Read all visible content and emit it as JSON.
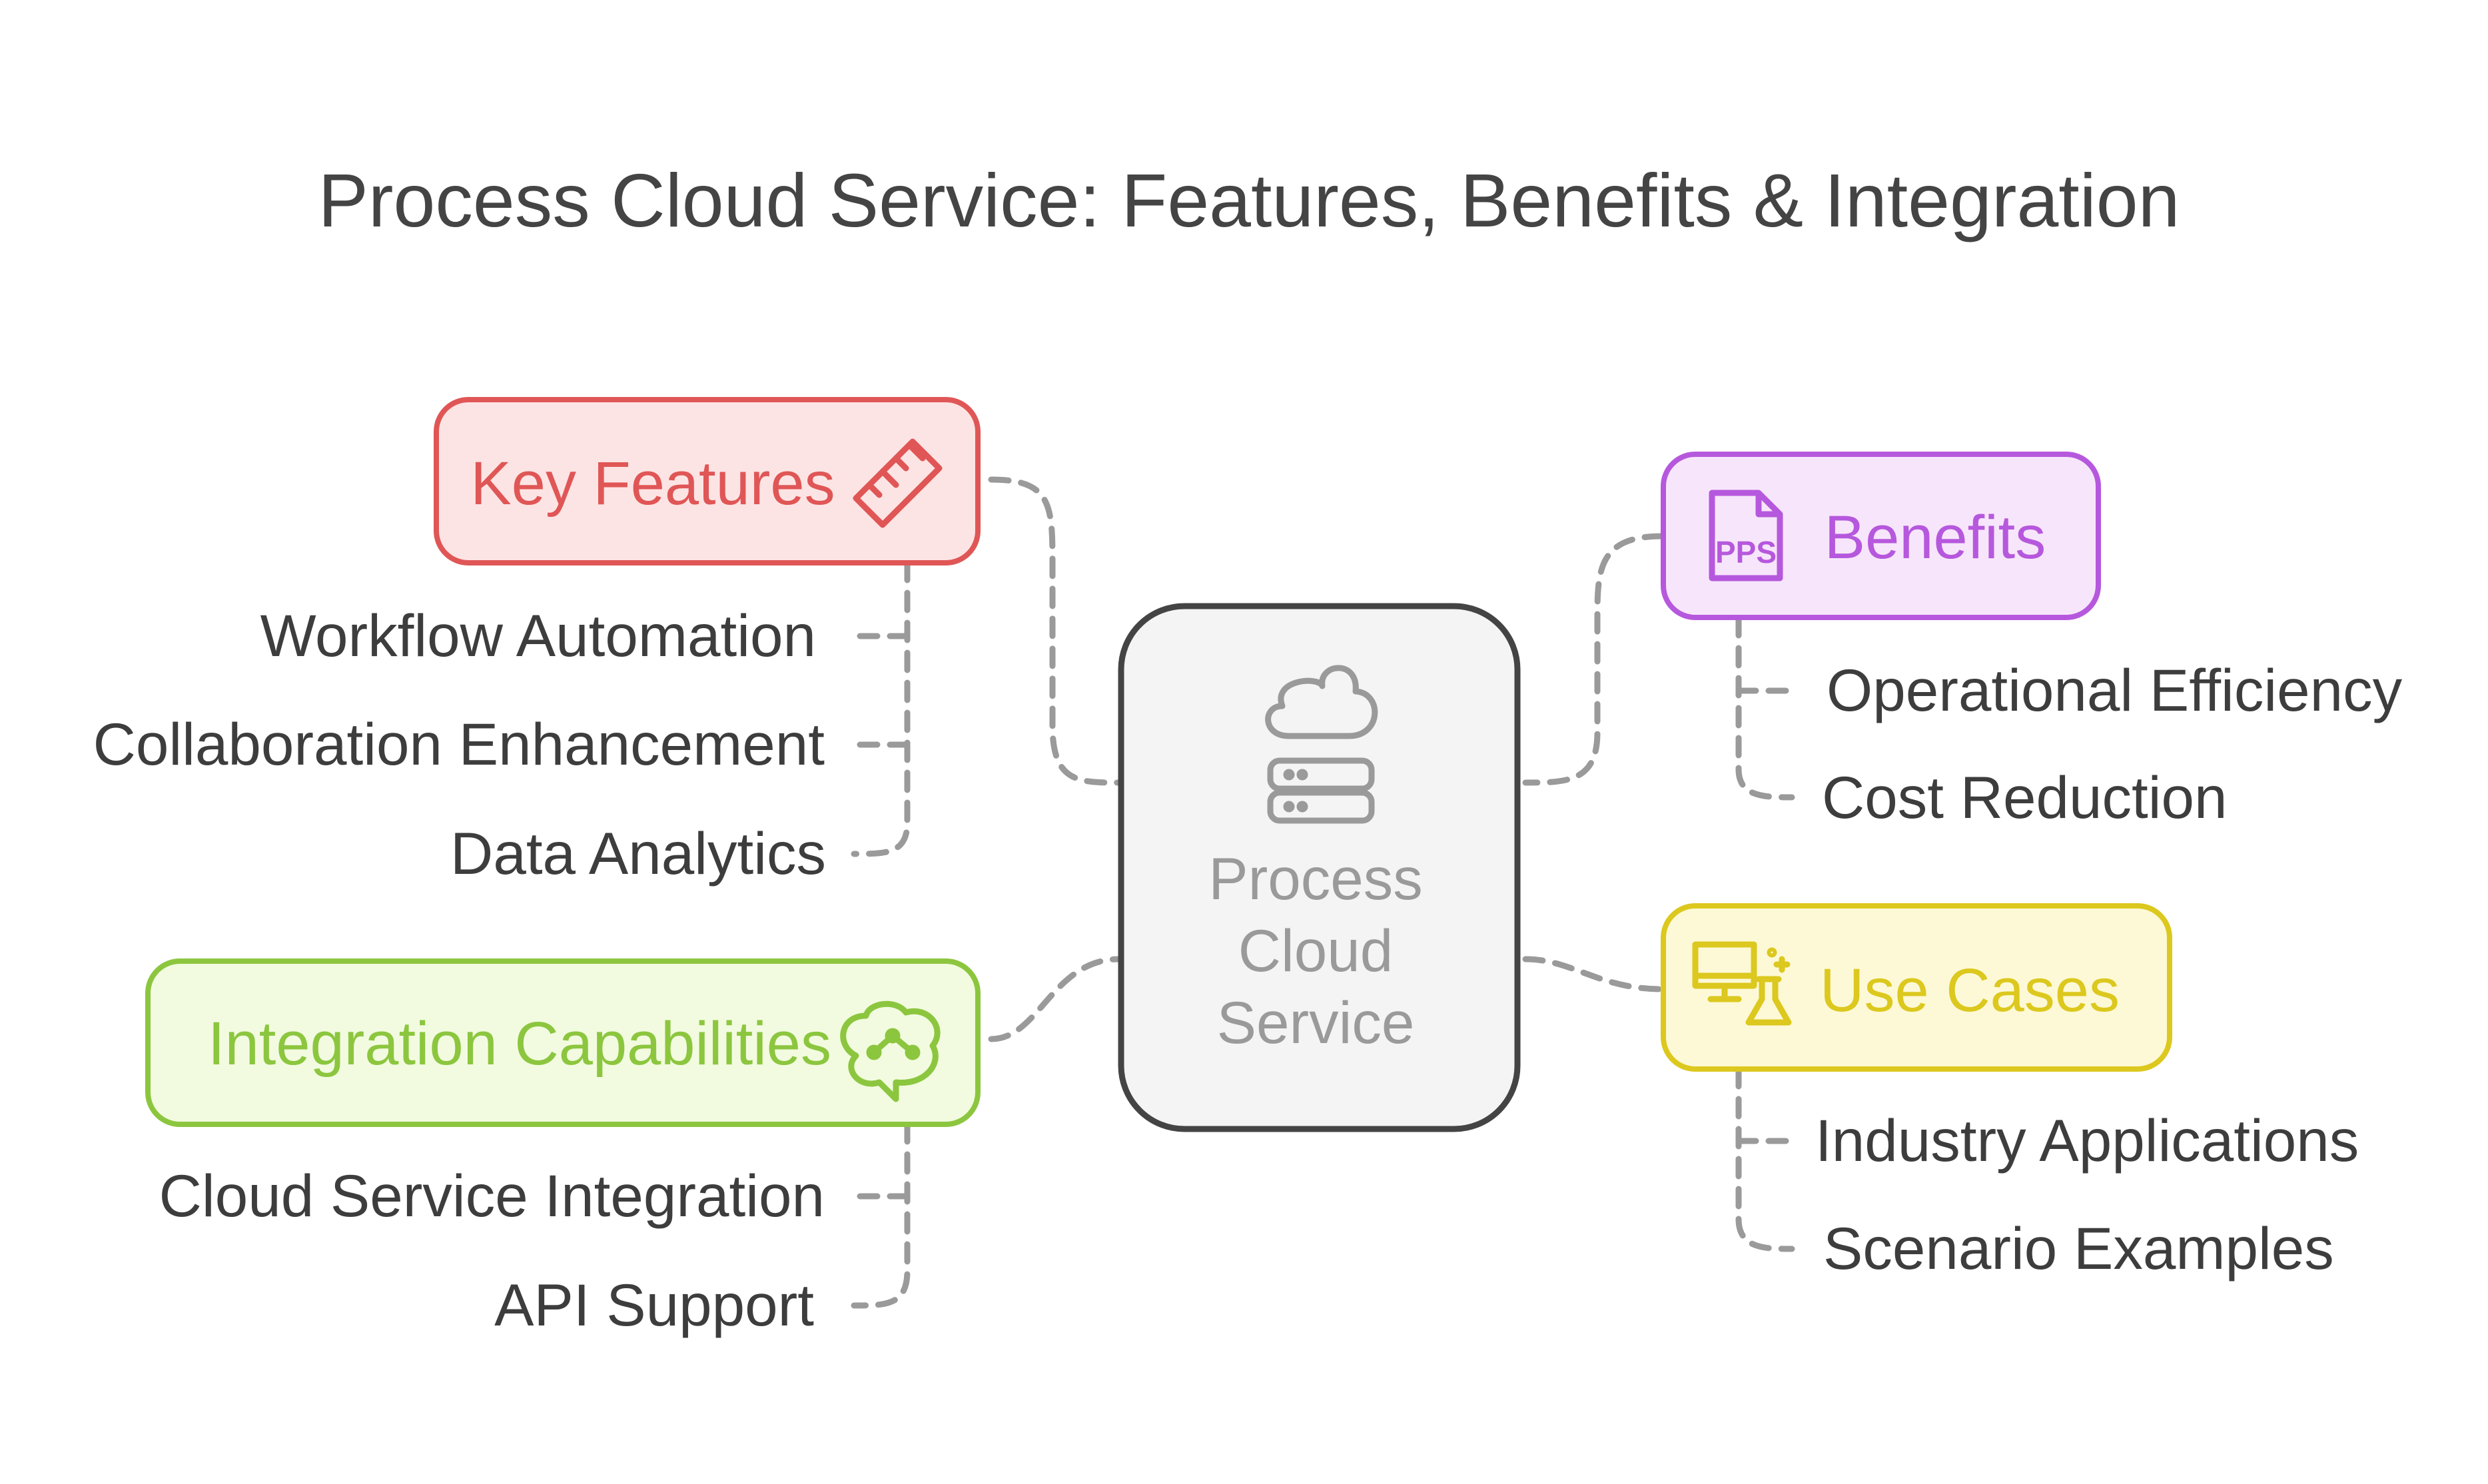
{
  "title": "Process Cloud Service: Features, Benefits & Integration",
  "center": {
    "lines": [
      "Process",
      "Cloud",
      "Service"
    ],
    "icon": "cloud-server-icon",
    "colors": {
      "fill": "#f4f4f4",
      "stroke": "#444444",
      "text": "#9a9a9a"
    }
  },
  "branches": [
    {
      "label": "Key Features",
      "icon": "ruler-icon",
      "colors": {
        "fill": "#fde4e4",
        "stroke": "#e05656",
        "text": "#e05656"
      },
      "items": [
        "Workflow Automation",
        "Collaboration Enhancement",
        "Data Analytics"
      ]
    },
    {
      "label": "Integration Capabilities",
      "icon": "brain-circuit-icon",
      "colors": {
        "fill": "#f2fbdf",
        "stroke": "#8cc63f",
        "text": "#8cc63f"
      },
      "items": [
        "Cloud Service Integration",
        "API Support"
      ]
    },
    {
      "label": "Benefits",
      "icon": "pps-file-icon",
      "colors": {
        "fill": "#f7e6fb",
        "stroke": "#b658dd",
        "text": "#b658dd"
      },
      "items": [
        "Operational Efficiency",
        "Cost Reduction"
      ]
    },
    {
      "label": "Use Cases",
      "icon": "monitor-flask-icon",
      "colors": {
        "fill": "#fdf9d6",
        "stroke": "#dcc81e",
        "text": "#dcc81e"
      },
      "items": [
        "Industry Applications",
        "Scenario Examples"
      ]
    }
  ],
  "connector_color": "#9a9a9a"
}
